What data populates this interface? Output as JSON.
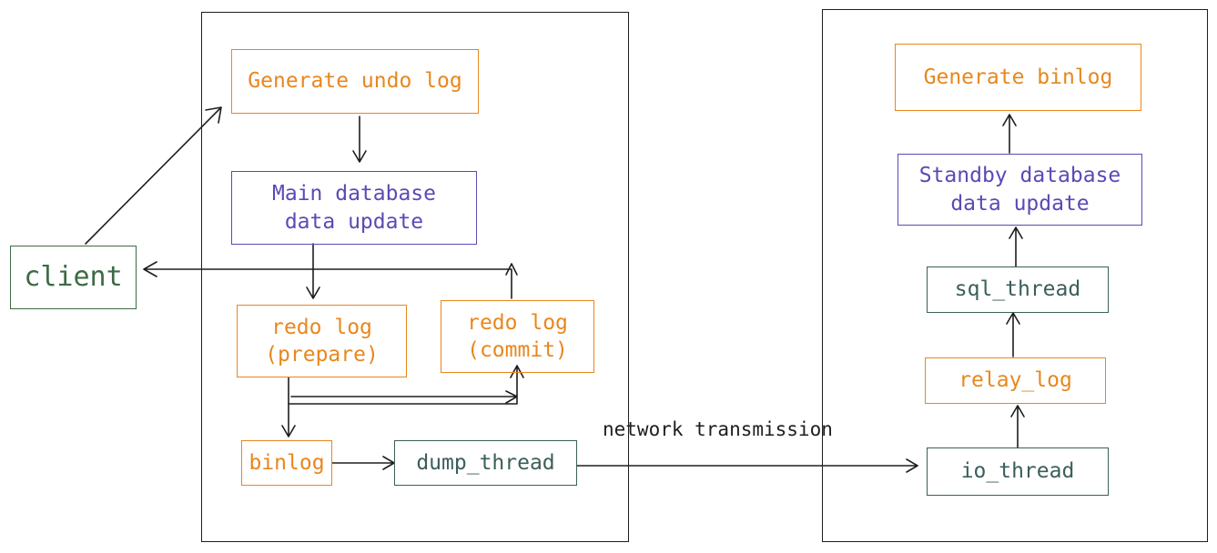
{
  "colors": {
    "orange": "#e8871e",
    "purple": "#5b4ab5",
    "green": "#3d6b45",
    "teal": "#3a5f5a",
    "ink": "#1e1e1e"
  },
  "client": {
    "label": "client"
  },
  "main_server": {
    "undo": "Generate undo log",
    "update": "Main database\ndata update",
    "redo_prepare": "redo log\n(prepare)",
    "redo_commit": "redo log\n(commit)",
    "binlog": "binlog",
    "dump_thread": "dump_thread"
  },
  "network_label": "network transmission",
  "standby_server": {
    "io_thread": "io_thread",
    "relay_log": "relay_log",
    "sql_thread": "sql_thread",
    "update": "Standby database\ndata update",
    "binlog": "Generate binlog"
  }
}
